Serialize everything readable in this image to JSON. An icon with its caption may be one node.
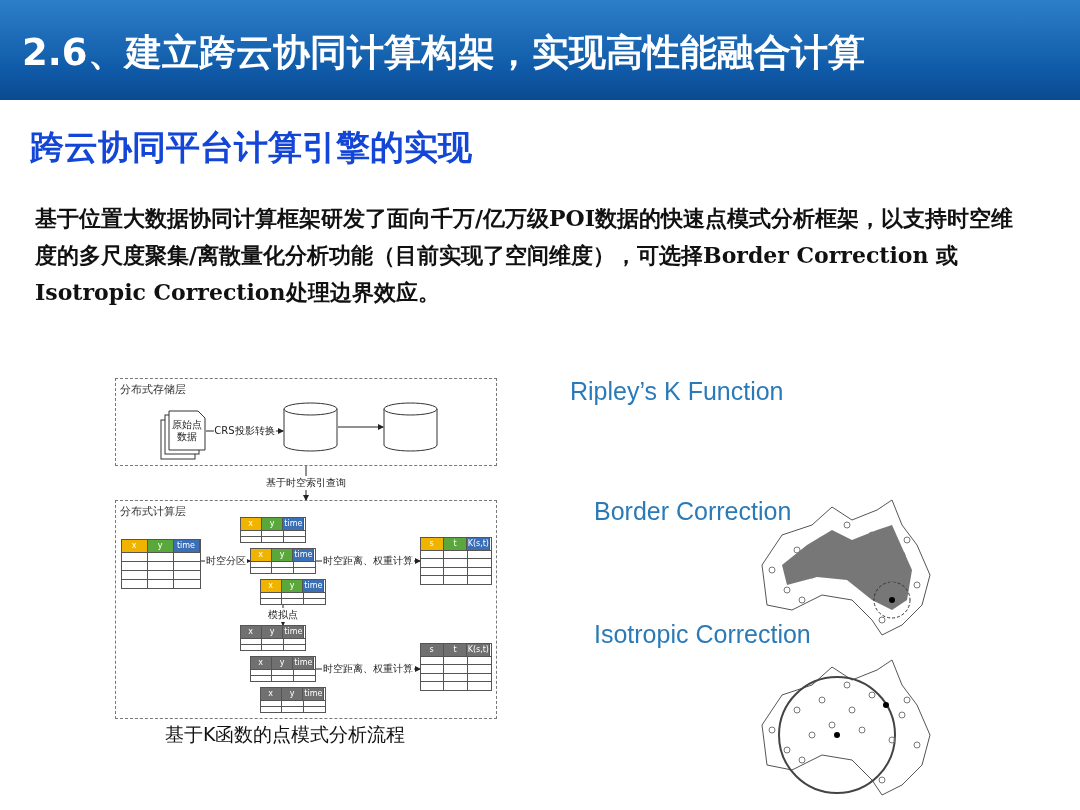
{
  "diagram": {
    "title": "2.6、建立跨云协同计算构架，实现高性能融合计算",
    "nodes": [
      {
        "text": [
          "分布式存储层"
        ]
      },
      {
        "text": [
          "原始点数据"
        ],
        "in": 0
      },
      {
        "text": [],
        "shape": "cylinder",
        "in": 0
      },
      {
        "text": [],
        "shape": "cylinder",
        "in": 0
      },
      {
        "text": [
          "分布式计算层"
        ]
      },
      {
        "text": [
          "x",
          "y",
          "time"
        ],
        "in": 4
      },
      {
        "text": [
          "x",
          "y",
          "time"
        ],
        "in": 4
      },
      {
        "text": [
          "x",
          "y",
          "time"
        ],
        "in": 4
      },
      {
        "text": [
          "x",
          "y",
          "time"
        ],
        "in": 4
      },
      {
        "text": [
          "s",
          "t",
          "K(s,t)"
        ],
        "in": 4
      },
      {
        "text": [
          "x",
          "y",
          "time"
        ],
        "in": 4
      },
      {
        "text": [
          "x",
          "y",
          "time"
        ],
        "in": 4
      },
      {
        "text": [
          "x",
          "y",
          "time"
        ],
        "in": 4
      },
      {
        "text": [
          "s",
          "t",
          "K(s,t)"
        ],
        "in": 4
      }
    ],
    "edges": [
      {
        "from": 1,
        "to": 2,
        "arrow": "to",
        "label": "CRS投影转换"
      },
      {
        "from": 2,
        "to": 3,
        "arrow": "to"
      },
      {
        "from": 0,
        "to": 4,
        "arrow": "to",
        "label": "基于时空索引查询"
      },
      {
        "from": 5,
        "to": 7,
        "arrow": "to",
        "label": "时空分区"
      },
      {
        "from": 7,
        "to": 9,
        "arrow": "to",
        "label": "时空距离、权重计算"
      },
      {
        "from": 8,
        "to": 10,
        "arrow": "to",
        "label": "模拟点"
      },
      {
        "from": 11,
        "to": 13,
        "arrow": "to",
        "label": "时空距离、权重计算"
      }
    ],
    "labels": [
      "跨云协同平台计算引擎的实现",
      "基于位置大数据协同计算框架研发了面向千万/亿万级POI数据的快速点模式分析框架，以支持时空维度的多尺度聚集/离散量化分析功能（目前实现了空间维度），可选择Border Correction 或Isotropic Correction处理边界效应。",
      "基于K函数的点模式分析流程",
      "Ripley’s K Function",
      "Border Correction",
      "Isotropic Correction"
    ]
  }
}
